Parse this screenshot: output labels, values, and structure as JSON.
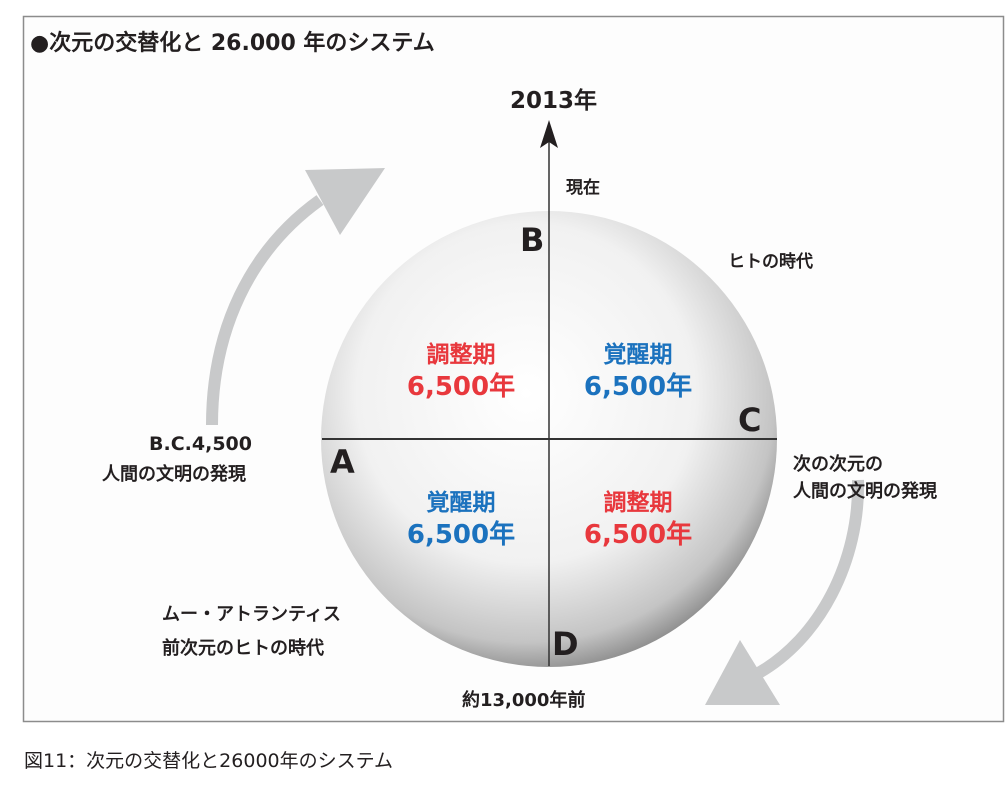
{
  "title": "●次元の交替化と 26.000 年のシステム",
  "caption": "図11：次元の交替化と26000年のシステム",
  "colors": {
    "red": "#e8383d",
    "blue": "#1b72be",
    "arrow": "#c8c9ca"
  },
  "axis_top": "2013年",
  "present": "現在",
  "human_age": "ヒトの時代",
  "points": {
    "a": "A",
    "b": "B",
    "c": "C",
    "d": "D"
  },
  "quadrants": {
    "top_left": {
      "name": "調整期",
      "years": "6,500年"
    },
    "top_right": {
      "name": "覚醒期",
      "years": "6,500年"
    },
    "bottom_left": {
      "name": "覚醒期",
      "years": "6,500年"
    },
    "bottom_right": {
      "name": "調整期",
      "years": "6,500年"
    }
  },
  "left_label": {
    "line1": "B.C.4,500",
    "line2": "人間の文明の発現"
  },
  "right_label": {
    "line1": "次の次元の",
    "line2": "人間の文明の発現"
  },
  "mu_label": {
    "line1": "ムー・アトランティス",
    "line2": "前次元のヒトの時代"
  },
  "bottom_label": "約13,000年前"
}
